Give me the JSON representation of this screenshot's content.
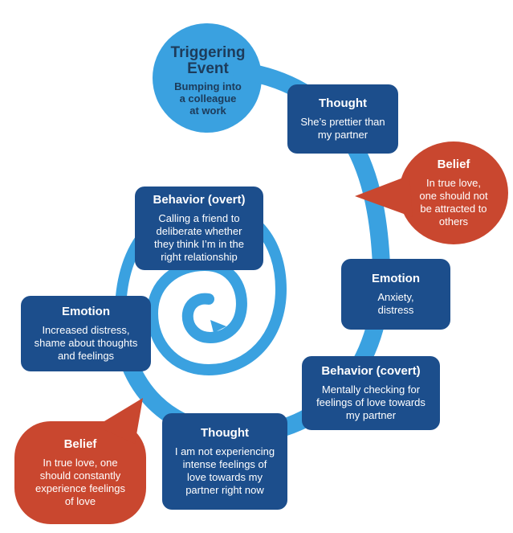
{
  "colors": {
    "spiral": "#3aa1e0",
    "box": "#1c4e8c",
    "belief": "#c9472f",
    "trigger_text": "#1d3b5a"
  },
  "trigger": {
    "title_line1": "Triggering",
    "title_line2": "Event",
    "text_line1": "Bumping into",
    "text_line2": "a colleague",
    "text_line3": "at work"
  },
  "thought_top": {
    "title": "Thought",
    "text_line1": "She’s prettier than",
    "text_line2": "my partner"
  },
  "belief_right": {
    "title": "Belief",
    "text_line1": "In true love,",
    "text_line2": "one should not",
    "text_line3": "be attracted to",
    "text_line4": "others"
  },
  "emotion_right": {
    "title": "Emotion",
    "text_line1": "Anxiety,",
    "text_line2": "distress"
  },
  "behavior_covert": {
    "title": "Behavior (covert)",
    "text_line1": "Mentally checking for",
    "text_line2": "feelings of love towards",
    "text_line3": "my partner"
  },
  "thought_bottom": {
    "title": "Thought",
    "text_line1": "I am not experiencing",
    "text_line2": "intense feelings of",
    "text_line3": "love towards my",
    "text_line4": "partner right now"
  },
  "belief_left": {
    "title": "Belief",
    "text_line1": "In true love, one",
    "text_line2": "should constantly",
    "text_line3": "experience feelings",
    "text_line4": "of love"
  },
  "emotion_left": {
    "title": "Emotion",
    "text_line1": "Increased distress,",
    "text_line2": "shame about thoughts",
    "text_line3": "and feelings"
  },
  "behavior_overt": {
    "title": "Behavior (overt)",
    "text_line1": "Calling a friend to",
    "text_line2": "deliberate whether",
    "text_line3": "they think I’m in the",
    "text_line4": "right relationship"
  }
}
